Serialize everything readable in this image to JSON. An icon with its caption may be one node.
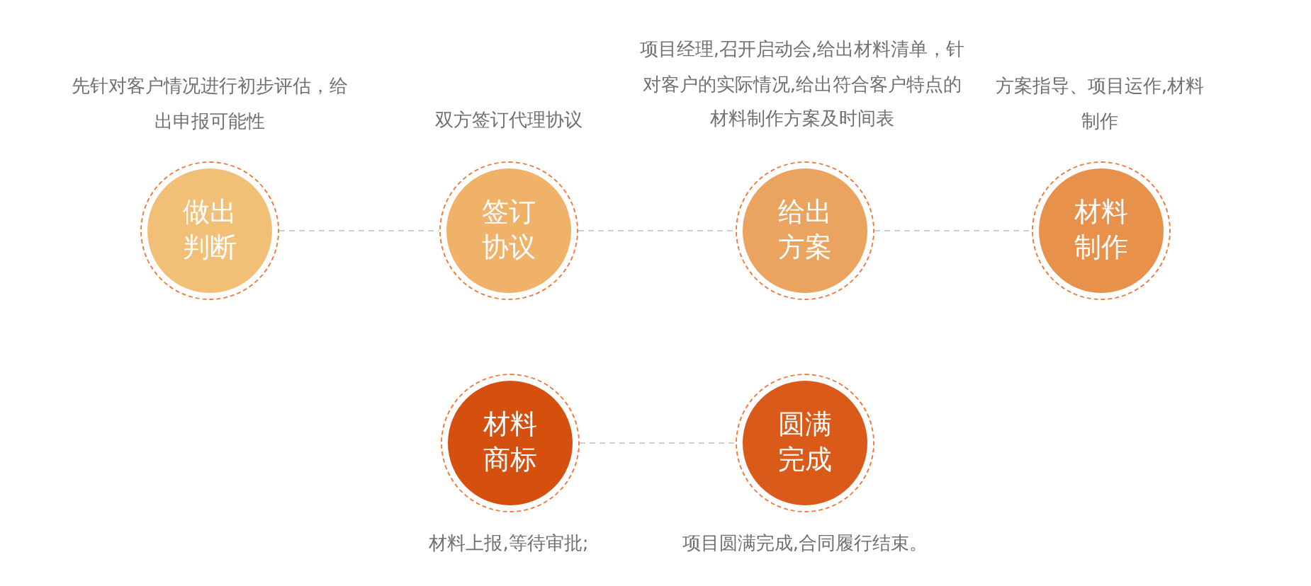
{
  "diagram": {
    "nodes": [
      {
        "text": [
          "做出判断"
        ],
        "beside": [
          "先针对客户情况进行初步评估，给出申报可能性"
        ]
      },
      {
        "text": [
          "签订协议"
        ],
        "beside": [
          "双方签订代理协议"
        ]
      },
      {
        "text": [
          "给出方案"
        ],
        "beside": [
          "项目经理,召开启动会,给出材料清单，针对客户的实际情况,给出符合客户特点的材料制作方案及时间表"
        ]
      },
      {
        "text": [
          "材料制作"
        ],
        "beside": [
          "方案指导、项目运作,材料制作"
        ]
      },
      {
        "text": [
          "材料商标"
        ],
        "beside": [
          "材料上报,等待审批;"
        ]
      },
      {
        "text": [
          "圆满完成"
        ],
        "beside": [
          "项目圆满完成,合同履行结束。"
        ]
      }
    ],
    "edges": [
      {
        "from": 0,
        "to": 1,
        "arrow": "none"
      },
      {
        "from": 1,
        "to": 2,
        "arrow": "none"
      },
      {
        "from": 2,
        "to": 3,
        "arrow": "none"
      },
      {
        "from": 4,
        "to": 5,
        "arrow": "none"
      }
    ]
  }
}
